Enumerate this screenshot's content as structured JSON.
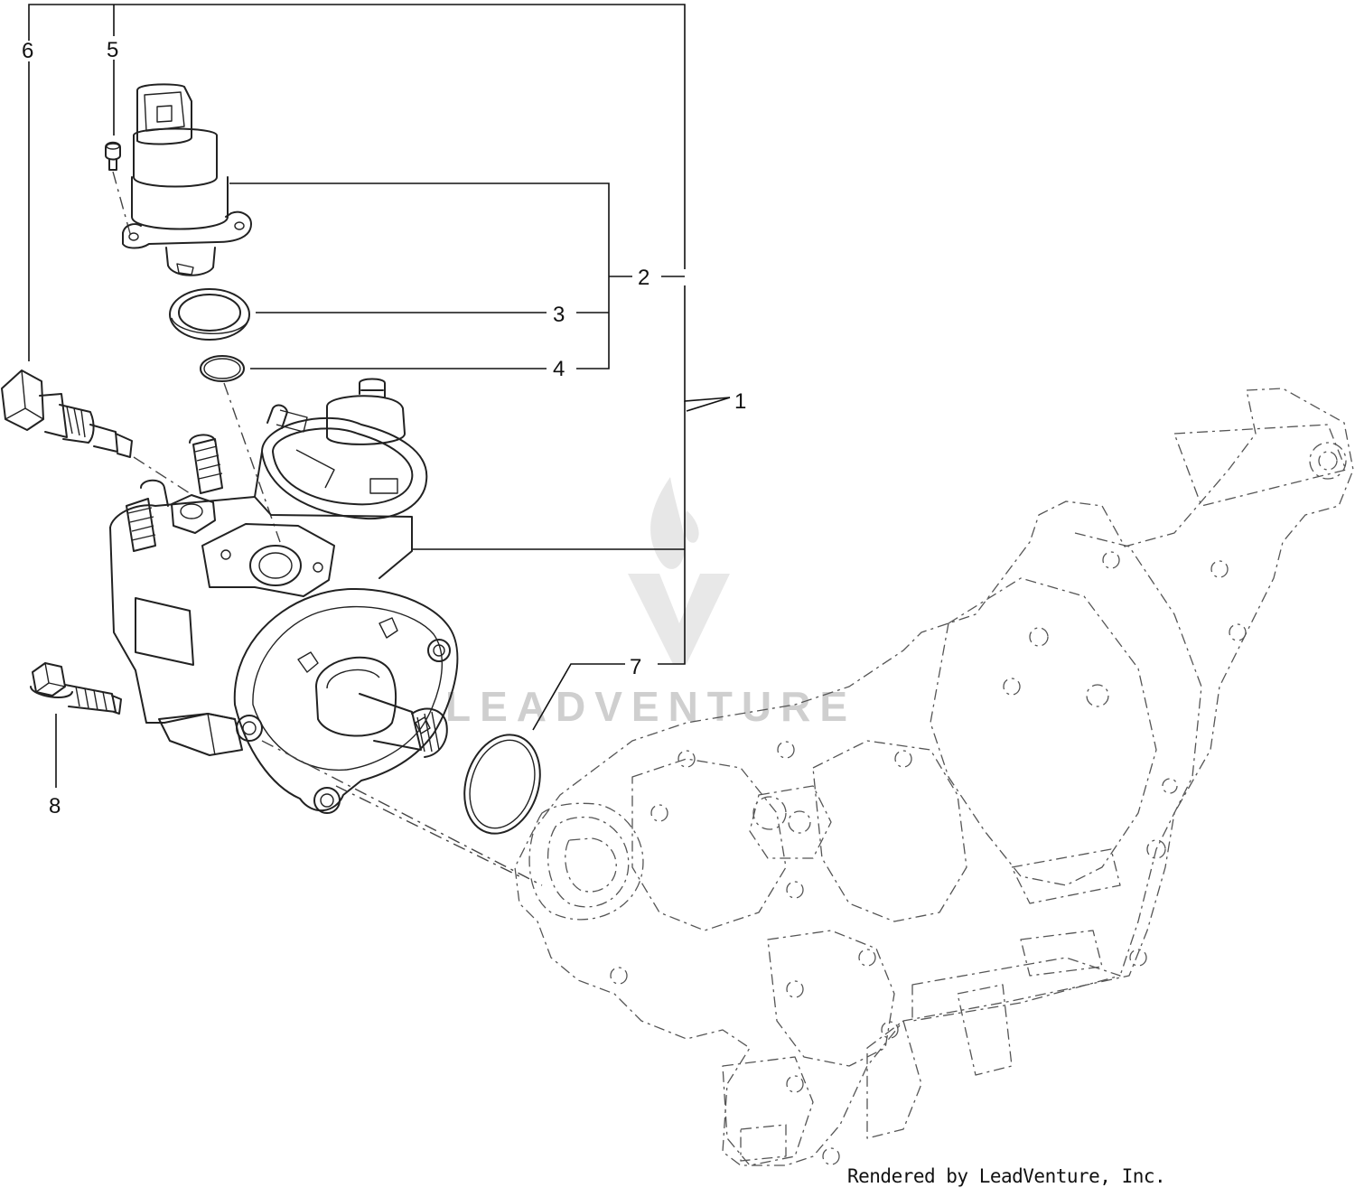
{
  "watermark": {
    "logo_icon": "leadventure-logo",
    "text": "LEADVENTURE"
  },
  "callouts": [
    "1",
    "2",
    "3",
    "4",
    "5",
    "6",
    "7",
    "8"
  ],
  "credit": "Rendered by LeadVenture, Inc."
}
